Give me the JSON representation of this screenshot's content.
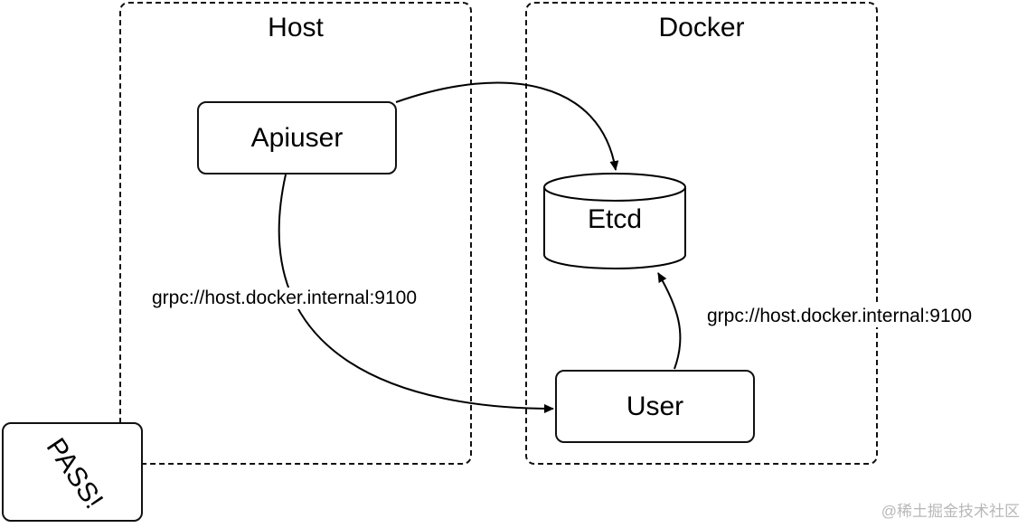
{
  "groups": {
    "host": {
      "title": "Host"
    },
    "docker": {
      "title": "Docker"
    }
  },
  "nodes": {
    "apiuser": {
      "label": "Apiuser"
    },
    "etcd": {
      "label": "Etcd"
    },
    "user": {
      "label": "User"
    }
  },
  "edges": {
    "apiuser_to_user": {
      "label": "grpc://host.docker.internal:9100"
    },
    "user_to_etcd": {
      "label": "grpc://host.docker.internal:9100"
    }
  },
  "badge": {
    "text": "PASS!"
  },
  "watermark": {
    "text": "@稀土掘金技术社区"
  }
}
